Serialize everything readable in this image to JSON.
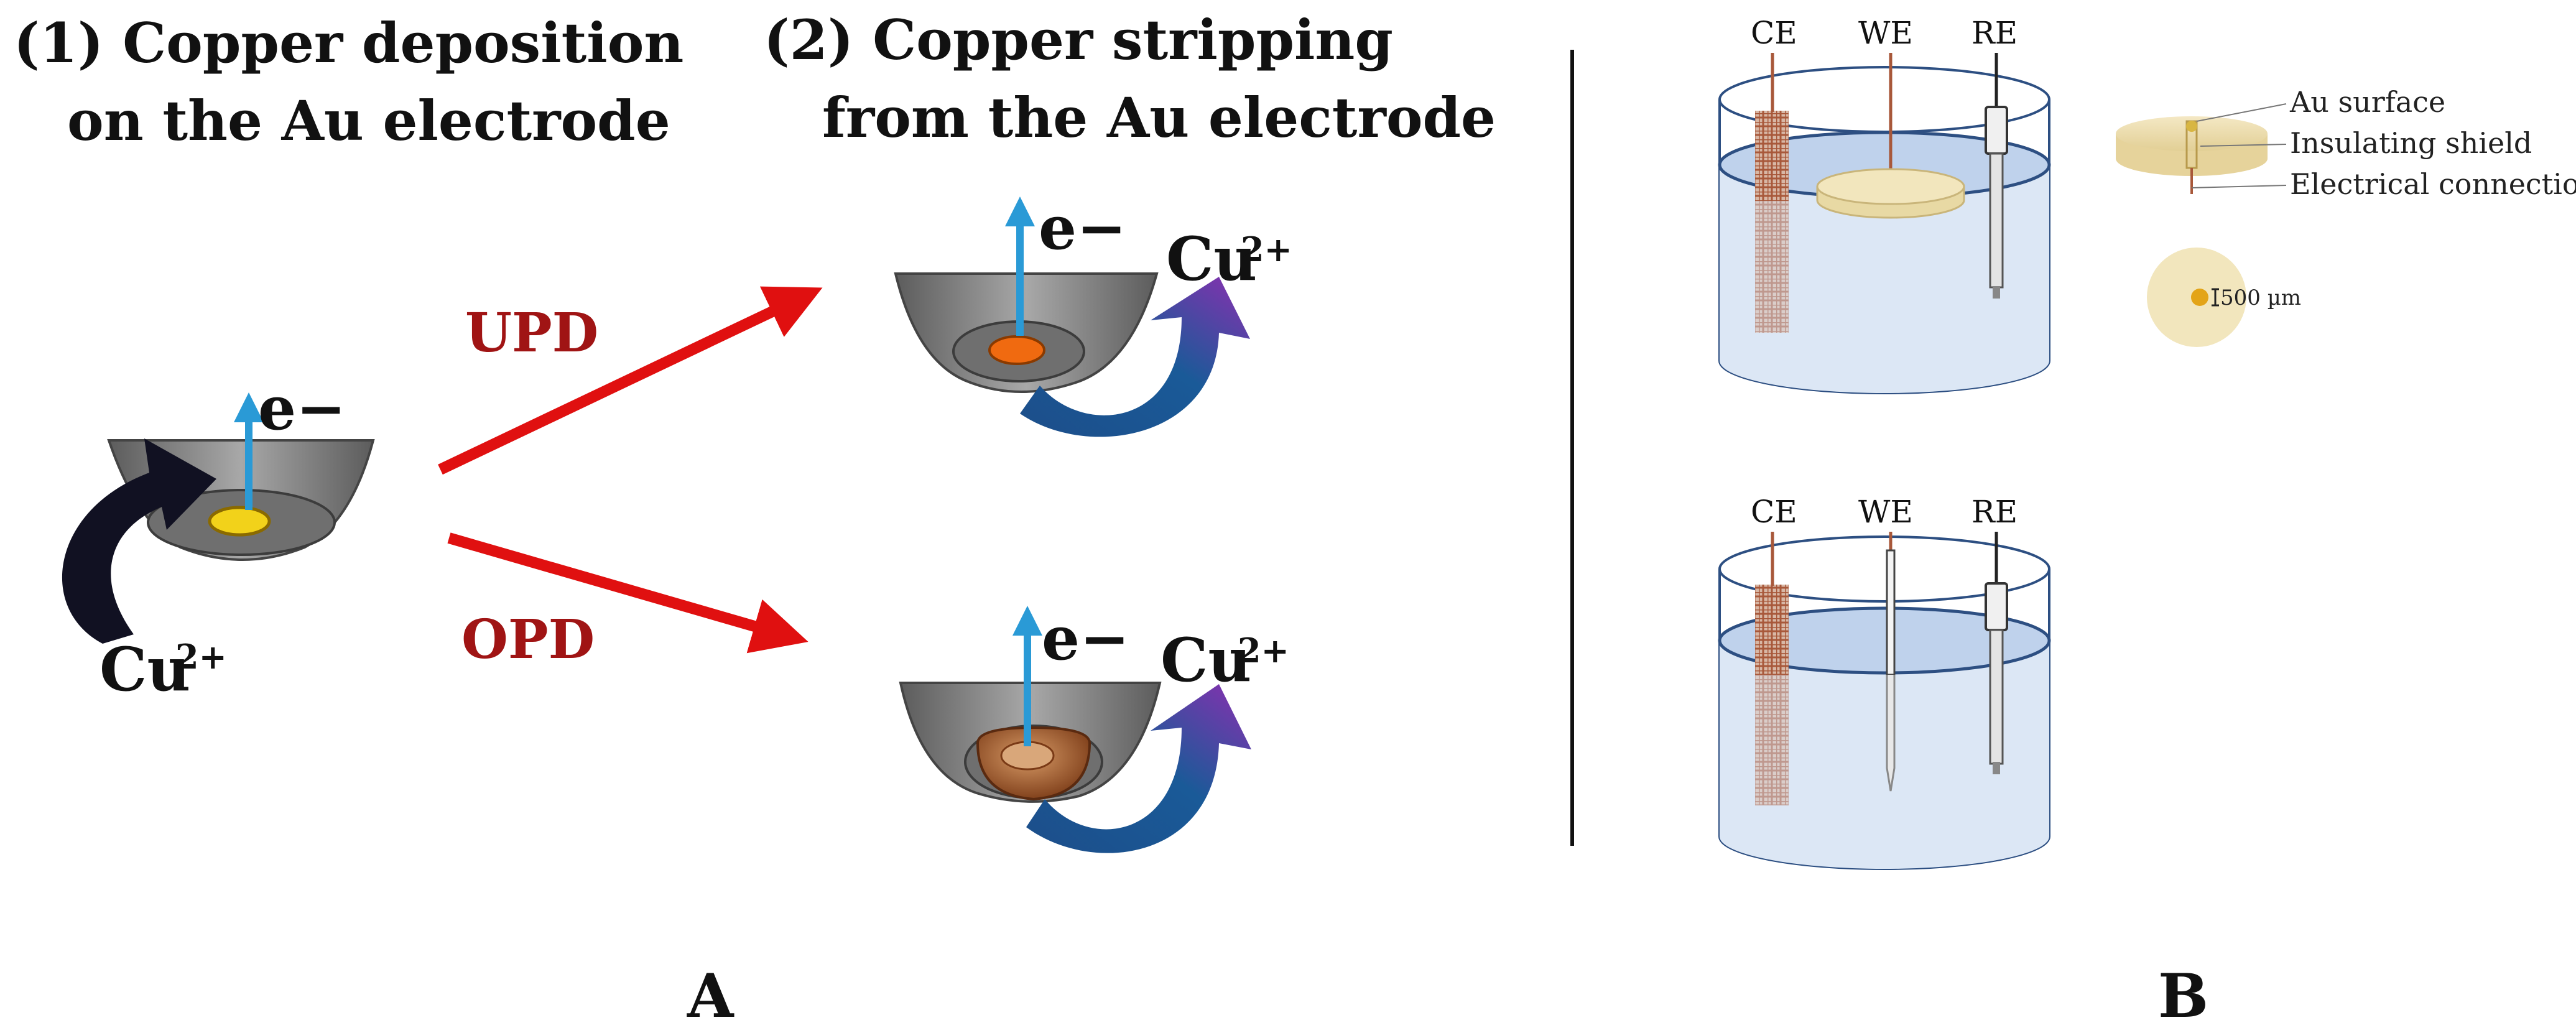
{
  "panel_a": {
    "step1_line1": "(1) Copper deposition",
    "step1_line2": "on the Au electrode",
    "step2_line1": "(2) Copper stripping",
    "step2_line2": "from the Au electrode",
    "upd": "UPD",
    "opd": "OPD",
    "electron": "e−",
    "cu": "Cu",
    "cu_charge": "2+",
    "letter": "A"
  },
  "panel_b": {
    "ce": "CE",
    "we": "WE",
    "re": "RE",
    "au_surface": "Au surface",
    "insulating_shield": "Insulating shield",
    "electrical_connection": "Electrical connection",
    "scale_bar": "500 µm",
    "letter": "B"
  },
  "colors": {
    "process_arrow": "#e01010",
    "process_label": "#a01414",
    "electron_arrow": "#2a9ad6",
    "gold": "#f2d21a",
    "copper_upd": "#f06a10",
    "copper_opd": "#a0552a",
    "stripping_arrow_blue": "#1a5a98",
    "stripping_arrow_purple": "#7e2fa4",
    "deposition_arrow": "#111122",
    "electrolyte": "#dce7f5",
    "disk_electrode": "#efe2b6",
    "mesh": "#a8583a"
  }
}
